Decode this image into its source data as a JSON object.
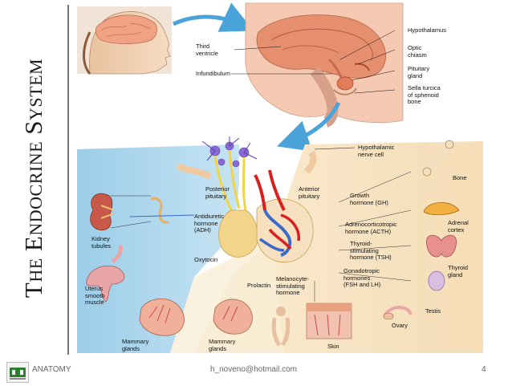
{
  "slide": {
    "title": "The Endocrine System",
    "page_number": "4"
  },
  "footer": {
    "section": "ANATOMY",
    "email": "h_noveno@hotmail.com",
    "logo_name": "school-logo"
  },
  "brain_labels": {
    "third_ventricle": "Third\nventricle",
    "infundibulum": "Infundibulum",
    "hypothalamus": "Hypothalamus",
    "optic_chiasm": "Optic\nchiasm",
    "pituitary_gland": "Pituitary\ngland",
    "sella_turcica": "Sella turcica\nof sphenoid\nbone"
  },
  "pituitary_labels": {
    "hypothalamic_nerve_cell": "Hypothalamic\nnerve cell",
    "posterior_pituitary": "Posterior\npituitary",
    "anterior_pituitary": "Anterior\npituitary"
  },
  "hormone_labels": {
    "adh": "Antidiuretic\nhormone\n(ADH)",
    "oxytocin": "Oxytocin",
    "prolactin": "Prolactin",
    "msh": "Melanocyte-\nstimulating\nhormone",
    "gh": "Growth\nhormone (GH)",
    "acth": "Adrenocorticotropic\nhormone (ACTH)",
    "tsh": "Thyroid-\nstimulating\nhormone (TSH)",
    "fsh_lh": "Gonadotropic\nhormones\n(FSH and LH)"
  },
  "target_labels": {
    "kidney_tubules": "Kidney\ntubules",
    "uterus": "Uterus\nsmooth\nmuscle",
    "mammary_left": "Mammary\nglands",
    "mammary_right": "Mammary\nglands",
    "skin": "Skin",
    "bone": "Bone",
    "adrenal_cortex": "Adrenal\ncortex",
    "thyroid_gland": "Thyroid\ngland",
    "testis": "Testis",
    "ovary": "Ovary"
  },
  "colors": {
    "blue_panel": "#a8d4ec",
    "cream_panel": "#f7e3c2",
    "brain_pink": "#f2b79c",
    "artery_red": "#d72020",
    "vein_blue": "#3a6bc9",
    "arrow_blue": "#4aa3d9",
    "nerve_yellow": "#f2d44a",
    "neuron_purple": "#8a6ad6"
  }
}
